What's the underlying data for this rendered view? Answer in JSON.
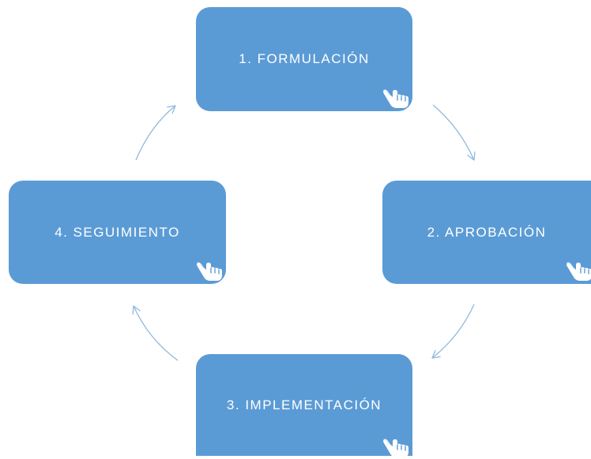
{
  "colors": {
    "card_fill": "#5b9bd5",
    "arrow": "#8fb8e0",
    "text": "#ffffff"
  },
  "steps": [
    {
      "label": "1. FORMULACIÓN",
      "icon": "hand-pointer-icon"
    },
    {
      "label": "2. APROBACIÓN",
      "icon": "hand-pointer-icon"
    },
    {
      "label": "3. IMPLEMENTACIÓN",
      "icon": "hand-pointer-icon"
    },
    {
      "label": "4. SEGUIMIENTO",
      "icon": "hand-pointer-icon"
    }
  ]
}
